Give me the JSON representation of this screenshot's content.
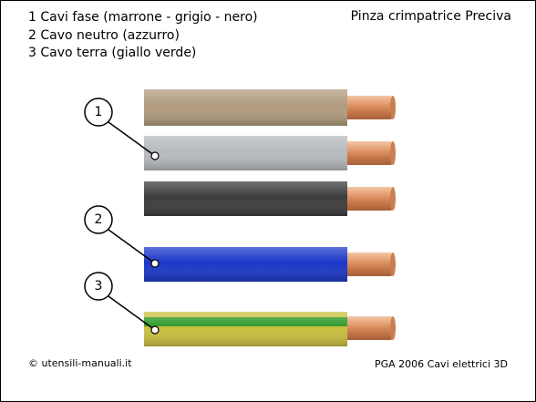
{
  "legend": [
    "1 Cavi fase (marrone - grigio - nero)",
    "2 Cavo neutro (azzurro)",
    "3 Cavo terra (giallo verde)"
  ],
  "title": "Pinza crimpatrice Preciva",
  "footer_left": "© utensili-manuali.it",
  "footer_right": "PGA 2006 Cavi elettrici 3D",
  "callouts": [
    "1",
    "2",
    "3"
  ],
  "cables": [
    {
      "name": "marrone",
      "color": "#b09b7d"
    },
    {
      "name": "grigio",
      "color": "#b6b9bd"
    },
    {
      "name": "nero",
      "color": "#3c3c3c"
    },
    {
      "name": "azzurro",
      "color": "#1a37c8"
    },
    {
      "name": "giallo verde",
      "color": "#c8c040",
      "stripe": "#2f9a2b"
    }
  ],
  "copper_color": "#d9895f"
}
